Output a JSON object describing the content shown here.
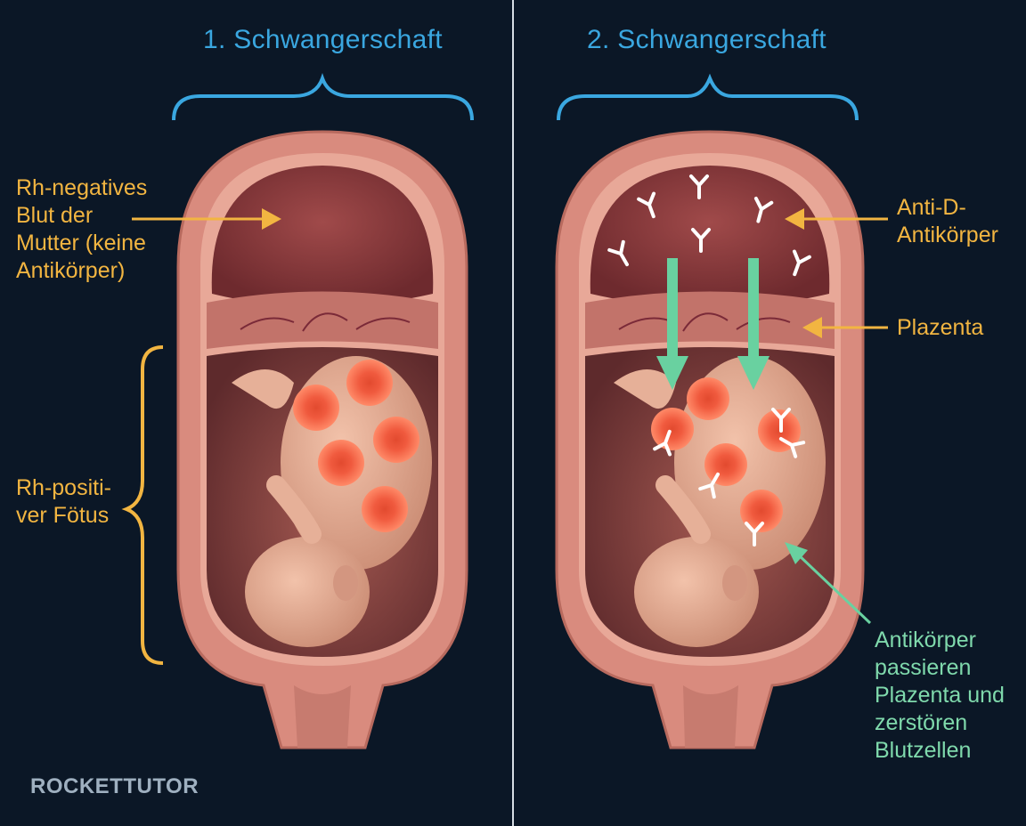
{
  "left": {
    "title": "1. Schwangerschaft",
    "label_maternal_blood": "Rh-negatives\nBlut der\nMutter (keine\nAntikörper)",
    "label_fetus": "Rh-positi-\nver Fötus"
  },
  "right": {
    "title": "2. Schwangerschaft",
    "label_antibodies": "Anti-D-\nAntikörper",
    "label_placenta": "Plazenta",
    "label_crossing": "Antikörper\npassieren\nPlazenta und\nzerstören\nBlutzellen"
  },
  "brand": {
    "logo_text": "ROCKETTUTOR"
  },
  "colors": {
    "background": "#0b1726",
    "title_blue": "#3aa7e0",
    "label_orange": "#f2b541",
    "label_green": "#7fd9ac",
    "red_blood_cell": "#f26a4b",
    "uterus": "#d98b7e"
  }
}
